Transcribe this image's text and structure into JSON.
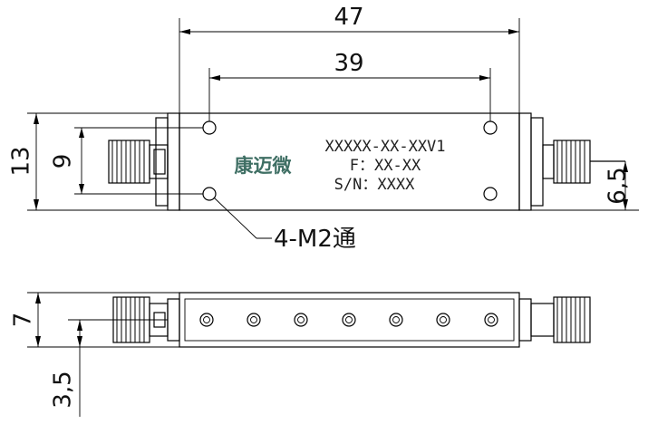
{
  "dimensions": {
    "overall_width": "47",
    "hole_spacing": "39",
    "body_height": "13",
    "hole_vertical": "9",
    "connector_offset": "6,5",
    "side_height": "7",
    "side_offset": "3,5"
  },
  "labels": {
    "model": "XXXXX-XX-XXV1",
    "frequency": "F：XX-XX",
    "serial": "S/N：XXXX",
    "brand": "康迈微",
    "hole_note": "4-M2通"
  },
  "colors": {
    "brand": "#3f6f64",
    "line": "#000000"
  }
}
